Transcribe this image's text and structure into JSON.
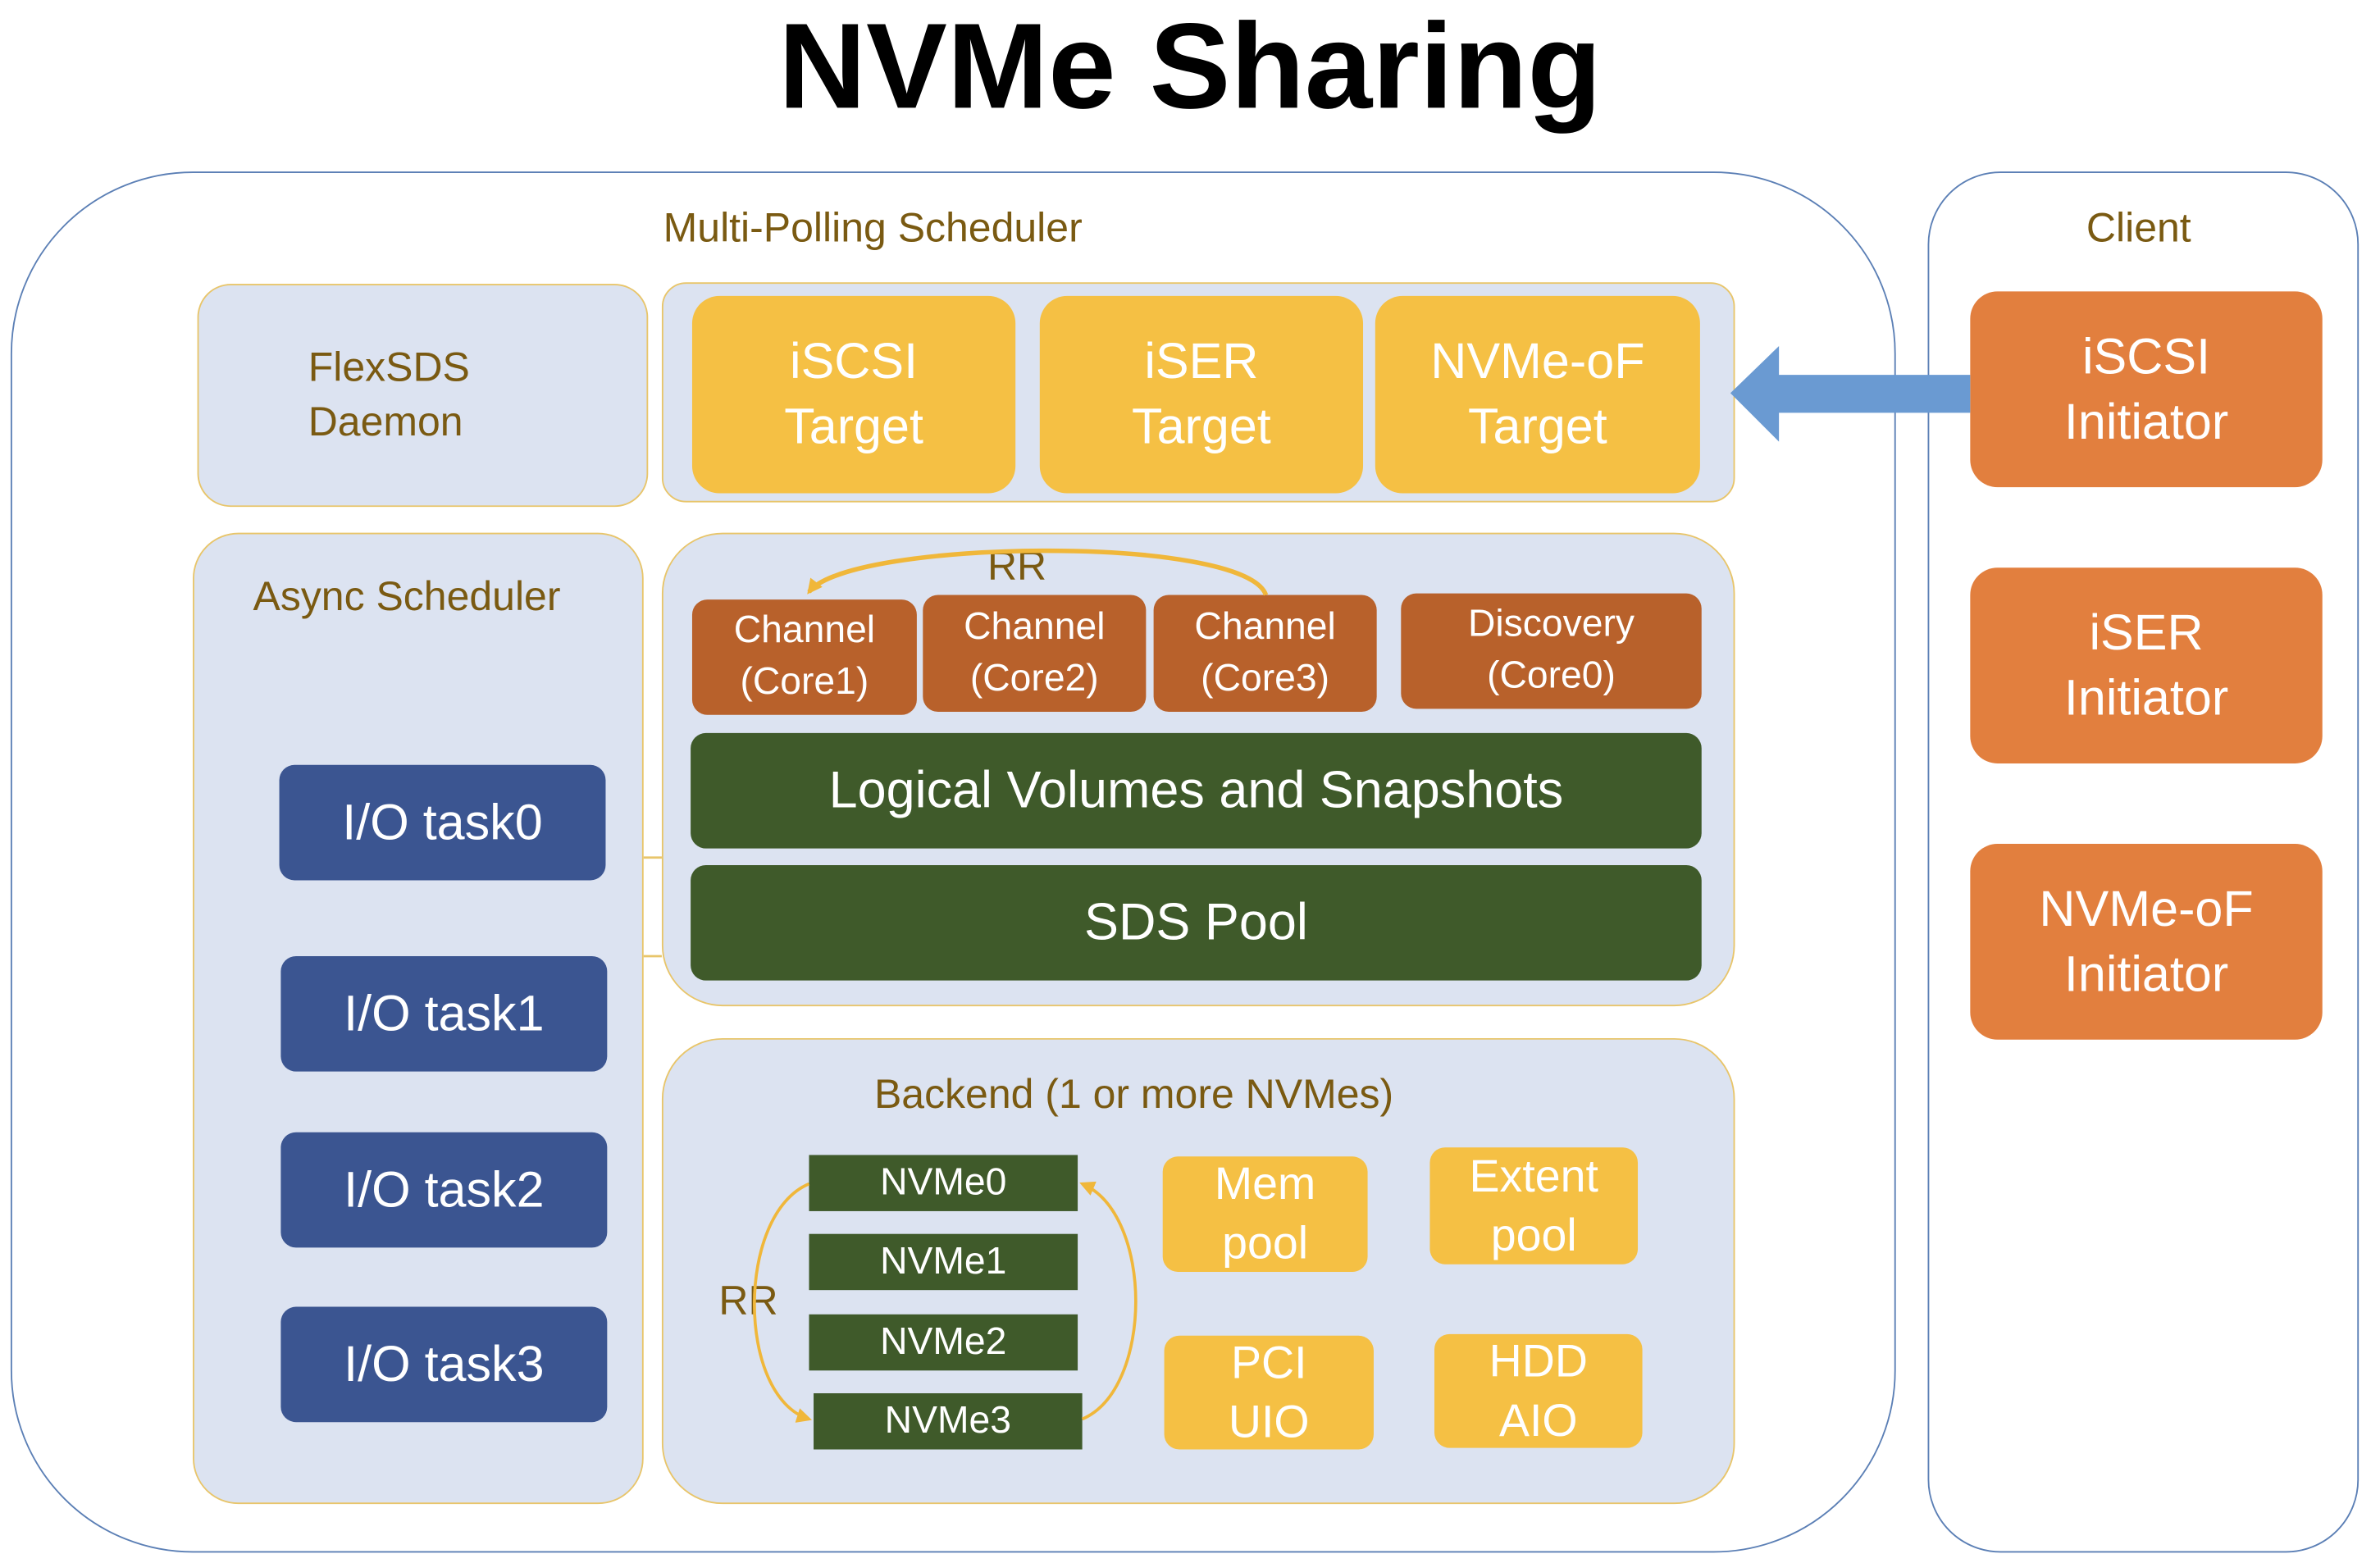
{
  "title": "NVMe Sharing",
  "server": {
    "header": "Multi-Polling Scheduler",
    "daemon": "FlexSDS\nDaemon",
    "targets": [
      "iSCSI\nTarget",
      "iSER\nTarget",
      "NVMe-oF\nTarget"
    ],
    "async_header": "Async Scheduler",
    "tasks": [
      "I/O task0",
      "I/O task1",
      "I/O task2",
      "I/O task3"
    ],
    "rr_label": "RR",
    "channels": [
      "Channel\n(Core1)",
      "Channel\n(Core2)",
      "Channel\n(Core3)",
      "Discovery\n(Core0)"
    ],
    "logical_volumes": "Logical Volumes and Snapshots",
    "sds_pool": "SDS Pool",
    "backend_header": "Backend (1 or more NVMes)",
    "backend_rr_label": "RR",
    "nvmes": [
      "NVMe0",
      "NVMe1",
      "NVMe2",
      "NVMe3"
    ],
    "pools": [
      "Mem\npool",
      "Extent\npool",
      "PCI\nUIO",
      "HDD\nAIO"
    ]
  },
  "client": {
    "header": "Client",
    "initiators": [
      "iSCSI\nInitiator",
      "iSER\nInitiator",
      "NVMe-oF\nInitiator"
    ]
  },
  "colors": {
    "target_yellow": "#f5c044",
    "channel_brown": "#b8612b",
    "volume_green": "#3f5a2a",
    "task_blue": "#3b5591",
    "initiator_orange": "#e27f3e",
    "arrow_blue": "#6a9ad2"
  }
}
